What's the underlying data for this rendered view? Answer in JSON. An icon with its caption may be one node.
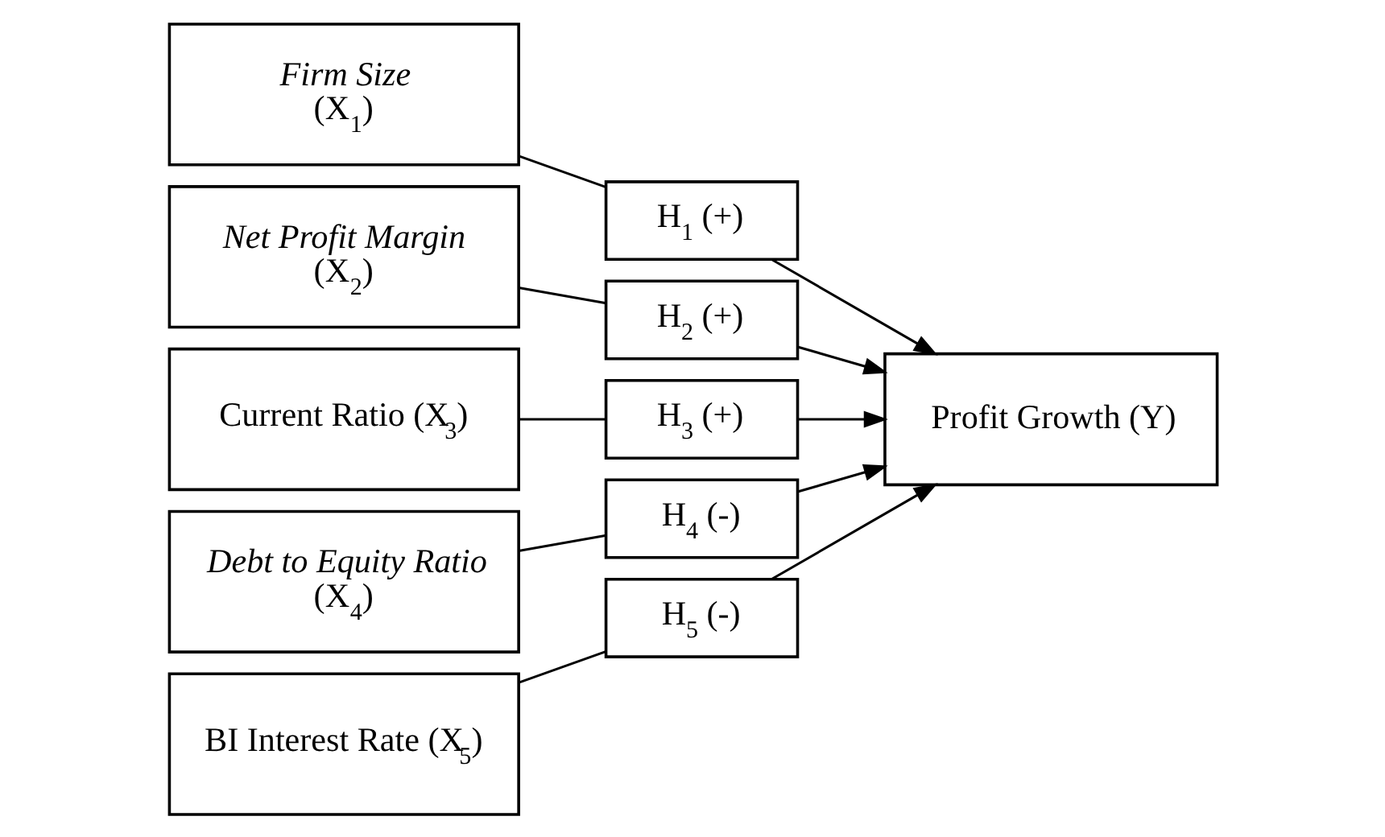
{
  "diagram": {
    "nodes": [
      {
        "text": [
          "*Firm Size* (X$_{1}$)"
        ]
      },
      {
        "text": [
          "*Net Profit Margin* (X$_{2}$)"
        ]
      },
      {
        "text": [
          "Current Ratio (X$_{3}$)"
        ]
      },
      {
        "text": [
          "*Debt to Equity Ratio* (X$_{4}$)"
        ]
      },
      {
        "text": [
          "BI Interest Rate (X$_{5}$)"
        ]
      },
      {
        "text": [
          "H$_{1}$ (+)"
        ]
      },
      {
        "text": [
          "H$_{2}$ (+)"
        ]
      },
      {
        "text": [
          "H$_{3}$ (+)"
        ]
      },
      {
        "text": [
          "H$_{4}$ (-)"
        ]
      },
      {
        "text": [
          "H$_{5}$ (-)"
        ]
      },
      {
        "text": [
          "Profit Growth (Y)"
        ]
      }
    ],
    "edges": [
      {
        "from": 0,
        "to": 5,
        "arrow": "none"
      },
      {
        "from": 1,
        "to": 6,
        "arrow": "none"
      },
      {
        "from": 2,
        "to": 7,
        "arrow": "none"
      },
      {
        "from": 3,
        "to": 8,
        "arrow": "none"
      },
      {
        "from": 4,
        "to": 9,
        "arrow": "none"
      },
      {
        "from": 5,
        "to": 10,
        "arrow": "to"
      },
      {
        "from": 6,
        "to": 10,
        "arrow": "to"
      },
      {
        "from": 7,
        "to": 10,
        "arrow": "to"
      },
      {
        "from": 8,
        "to": 10,
        "arrow": "to"
      },
      {
        "from": 9,
        "to": 10,
        "arrow": "to"
      }
    ]
  }
}
